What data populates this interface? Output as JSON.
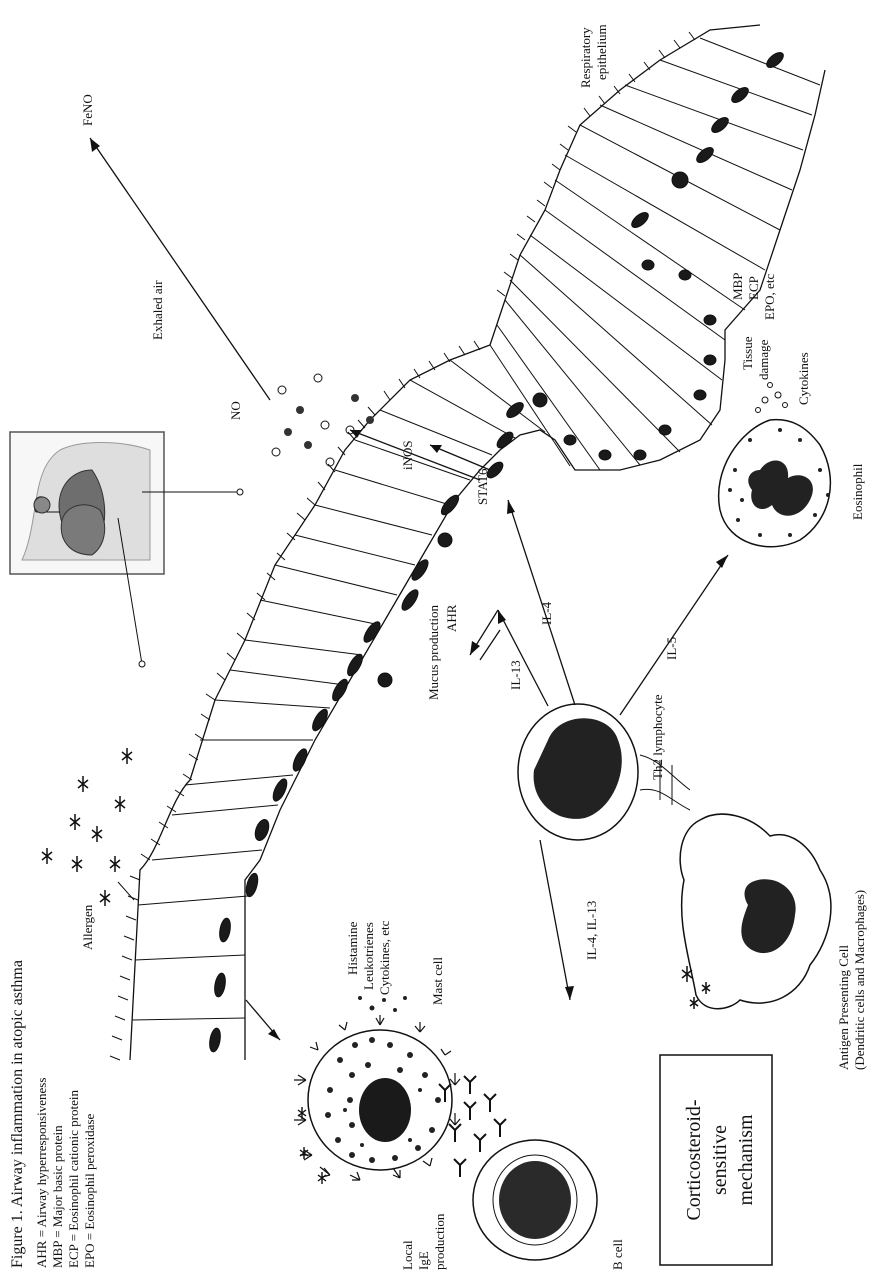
{
  "figure": {
    "title": "Figure 1. Airway inflammation in atopic asthma",
    "abbreviations": [
      "AHR =  Airway hyperresponsiveness",
      "MBP  =  Major basic protein",
      "ECP  =  Eosinophil cationic protein",
      "EPO  =  Eosinophil peroxidase"
    ]
  },
  "labels": {
    "respiratory_epithelium_1": "Respiratory",
    "respiratory_epithelium_2": "epithelium",
    "feno": "FeNO",
    "exhaled_air": "Exhaled air",
    "no": "NO",
    "inos": "iNOS",
    "stat6": "STAT6",
    "il4": "IL-4",
    "il13": "IL-13",
    "il5": "IL-5",
    "il4_il13": "IL-4, IL-13",
    "mucus_production": "Mucus production",
    "ahr": "AHR",
    "mbp": "MBP",
    "ecp": "ECP",
    "epo_etc": "EPO, etc",
    "tissue": "Tissue",
    "damage": "damage",
    "cytokines": "Cytokines",
    "eosinophil": "Eosinophil",
    "th2_lymphocyte": "Th2 lymphocyte",
    "apc_1": "Antigen Presenting Cell",
    "apc_2": "(Dendritic cells and Macrophages)",
    "b_cell": "B cell",
    "local": "Local",
    "ige": "IgE",
    "production": "production",
    "mast_cell": "Mast cell",
    "histamine": "Histamine",
    "leukotrienes": "Leukotrienes",
    "cytokines_etc": "Cytokines, etc",
    "allergen": "Allergen"
  },
  "corticosteroid_box": {
    "line1": "Corticosteroid-",
    "line2": "sensitive",
    "line3": "mechanism"
  },
  "icons": {
    "lung_inset": "lungs-icon",
    "allergen": "asterisk-particles",
    "ige_antibody": "y-shaped-antibodies"
  }
}
